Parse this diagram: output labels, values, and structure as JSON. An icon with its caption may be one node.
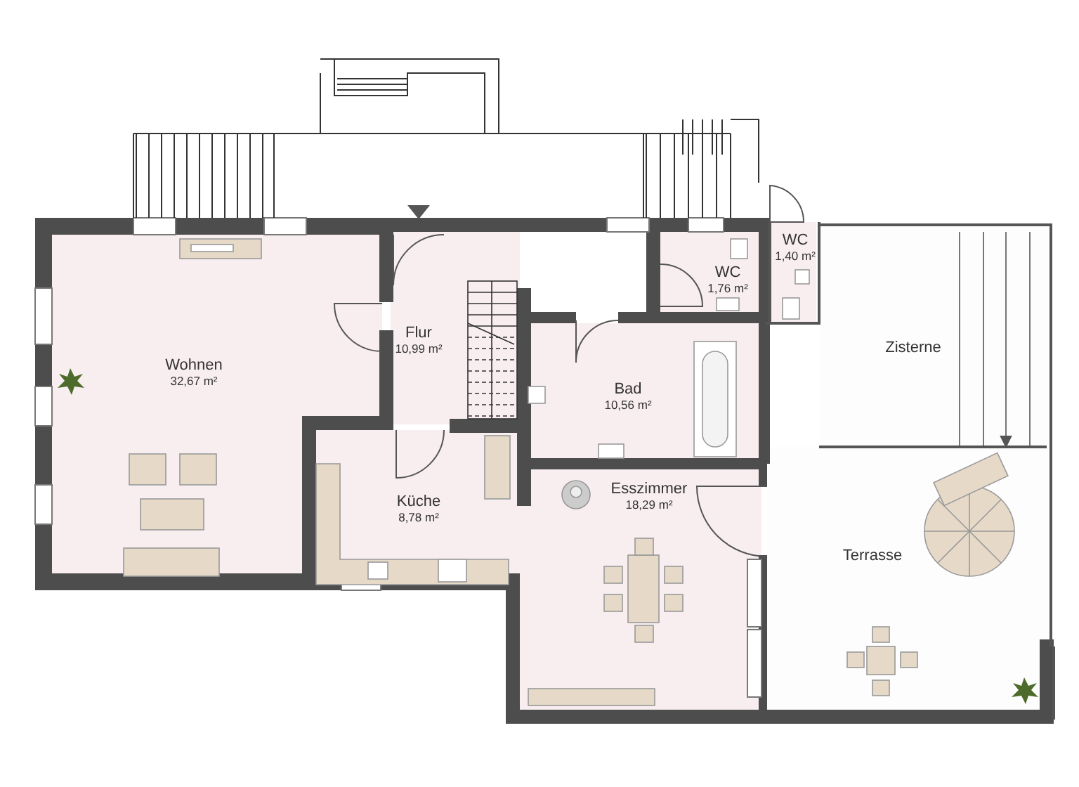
{
  "diagram": {
    "nodes": [
      {
        "text": [
          "Wohnen",
          "32,67 m²"
        ]
      },
      {
        "text": [
          "Flur",
          "10,99 m²"
        ]
      },
      {
        "text": [
          "WC",
          "1,76 m²"
        ]
      },
      {
        "text": [
          "WC",
          "1,40 m²"
        ]
      },
      {
        "text": [
          "Zisterne"
        ]
      },
      {
        "text": [
          "Bad",
          "10,56 m²"
        ]
      },
      {
        "text": [
          "Küche",
          "8,78 m²"
        ]
      },
      {
        "text": [
          "Esszimmer",
          "18,29 m²"
        ]
      },
      {
        "text": [
          "Terrasse"
        ]
      }
    ]
  }
}
